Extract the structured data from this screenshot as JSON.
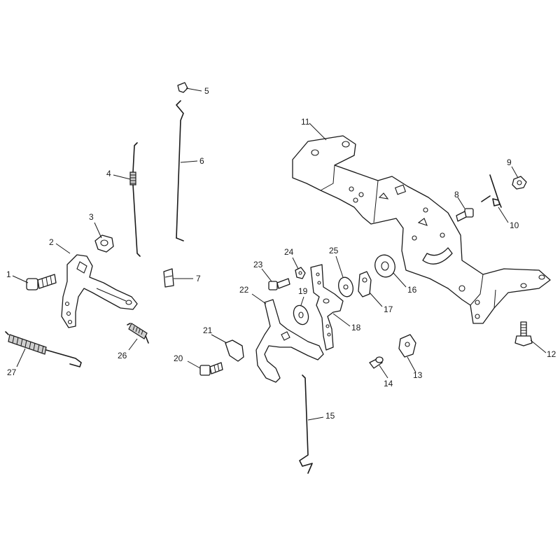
{
  "diagram": {
    "callouts": {
      "p1": "1",
      "p2": "2",
      "p3": "3",
      "p4": "4",
      "p5": "5",
      "p6": "6",
      "p7": "7",
      "p8": "8",
      "p9": "9",
      "p10": "10",
      "p11": "11",
      "p12": "12",
      "p13": "13",
      "p14": "14",
      "p15": "15",
      "p16": "16",
      "p17": "17",
      "p18": "18",
      "p19": "19",
      "p20": "20",
      "p21": "21",
      "p22": "22",
      "p23": "23",
      "p24": "24",
      "p25": "25",
      "p26": "26",
      "p27": "27"
    }
  }
}
